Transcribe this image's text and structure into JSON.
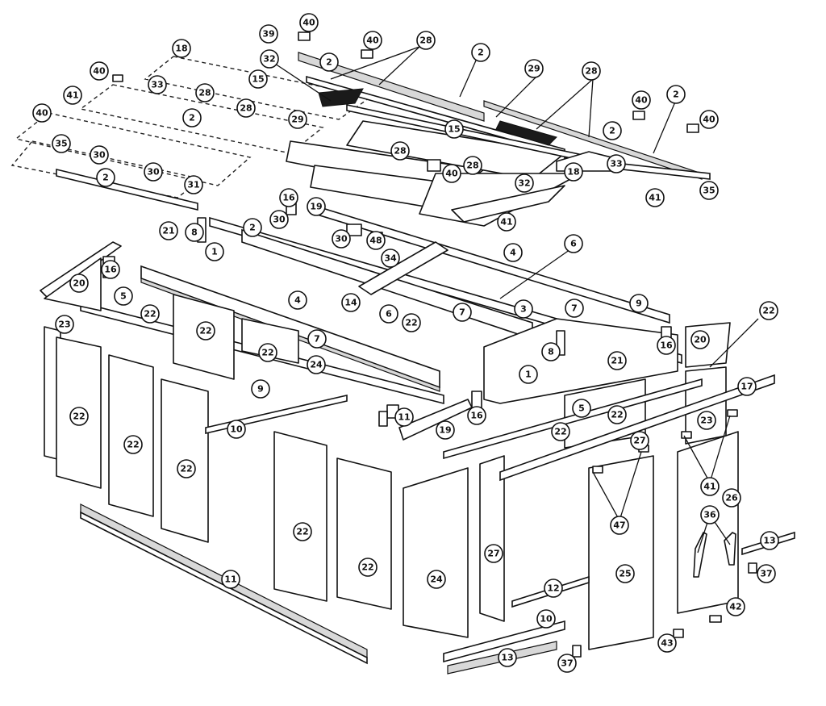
{
  "colors": {
    "ink": "#111111",
    "paper": "#ffffff",
    "shade": "#d8d8d8"
  },
  "callouts": [
    {
      "n": "40"
    },
    {
      "n": "39"
    },
    {
      "n": "40"
    },
    {
      "n": "28"
    },
    {
      "n": "2"
    },
    {
      "n": "18"
    },
    {
      "n": "32"
    },
    {
      "n": "2"
    },
    {
      "n": "40"
    },
    {
      "n": "15"
    },
    {
      "n": "29"
    },
    {
      "n": "28"
    },
    {
      "n": "33"
    },
    {
      "n": "28"
    },
    {
      "n": "41"
    },
    {
      "n": "28"
    },
    {
      "n": "40"
    },
    {
      "n": "2"
    },
    {
      "n": "29"
    },
    {
      "n": "40"
    },
    {
      "n": "2"
    },
    {
      "n": "15"
    },
    {
      "n": "2"
    },
    {
      "n": "40"
    },
    {
      "n": "35"
    },
    {
      "n": "30"
    },
    {
      "n": "28"
    },
    {
      "n": "2"
    },
    {
      "n": "30"
    },
    {
      "n": "28"
    },
    {
      "n": "18"
    },
    {
      "n": "33"
    },
    {
      "n": "40"
    },
    {
      "n": "32"
    },
    {
      "n": "35"
    },
    {
      "n": "31"
    },
    {
      "n": "41"
    },
    {
      "n": "16"
    },
    {
      "n": "19"
    },
    {
      "n": "30"
    },
    {
      "n": "21"
    },
    {
      "n": "8"
    },
    {
      "n": "2"
    },
    {
      "n": "30"
    },
    {
      "n": "48"
    },
    {
      "n": "41"
    },
    {
      "n": "1"
    },
    {
      "n": "4"
    },
    {
      "n": "6"
    },
    {
      "n": "34"
    },
    {
      "n": "16"
    },
    {
      "n": "20"
    },
    {
      "n": "5"
    },
    {
      "n": "22"
    },
    {
      "n": "4"
    },
    {
      "n": "14"
    },
    {
      "n": "6"
    },
    {
      "n": "3"
    },
    {
      "n": "7"
    },
    {
      "n": "7"
    },
    {
      "n": "9"
    },
    {
      "n": "22"
    },
    {
      "n": "23"
    },
    {
      "n": "22"
    },
    {
      "n": "22"
    },
    {
      "n": "7"
    },
    {
      "n": "22"
    },
    {
      "n": "8"
    },
    {
      "n": "21"
    },
    {
      "n": "16"
    },
    {
      "n": "20"
    },
    {
      "n": "24"
    },
    {
      "n": "1"
    },
    {
      "n": "9"
    },
    {
      "n": "17"
    },
    {
      "n": "22"
    },
    {
      "n": "10"
    },
    {
      "n": "11"
    },
    {
      "n": "19"
    },
    {
      "n": "16"
    },
    {
      "n": "5"
    },
    {
      "n": "22"
    },
    {
      "n": "22"
    },
    {
      "n": "23"
    },
    {
      "n": "22"
    },
    {
      "n": "27"
    },
    {
      "n": "22"
    },
    {
      "n": "41"
    },
    {
      "n": "26"
    },
    {
      "n": "47"
    },
    {
      "n": "22"
    },
    {
      "n": "36"
    },
    {
      "n": "13"
    },
    {
      "n": "27"
    },
    {
      "n": "22"
    },
    {
      "n": "24"
    },
    {
      "n": "25"
    },
    {
      "n": "37"
    },
    {
      "n": "11"
    },
    {
      "n": "12"
    },
    {
      "n": "42"
    },
    {
      "n": "10"
    },
    {
      "n": "43"
    },
    {
      "n": "13"
    },
    {
      "n": "37"
    }
  ]
}
